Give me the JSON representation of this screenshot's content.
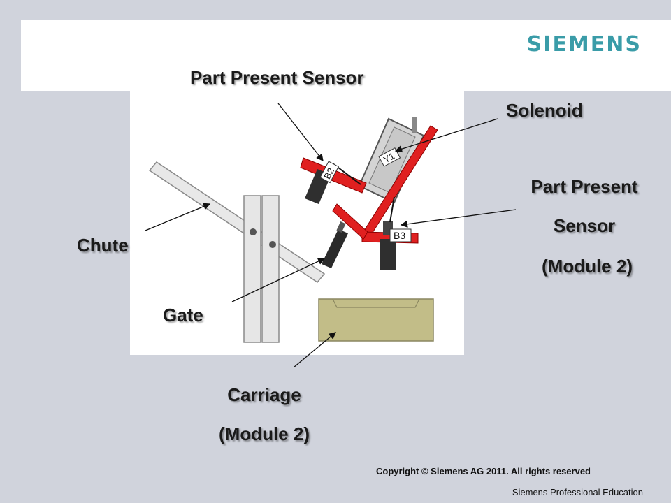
{
  "header": {
    "logo_text": "SIEMENS",
    "brand_color": "#3a9ca8"
  },
  "diagram": {
    "labels": {
      "part_present_sensor": "Part Present Sensor",
      "solenoid": "Solenoid",
      "part_present_sensor_m2_line1": "Part Present",
      "part_present_sensor_m2_line2": "Sensor",
      "part_present_sensor_m2_line3": "(Module 2)",
      "chute": "Chute",
      "gate": "Gate",
      "carriage_line1": "Carriage",
      "carriage_line2": "(Module 2)"
    },
    "component_tags": {
      "b2": "B2",
      "b3": "B3",
      "y1": "Y1"
    },
    "colors": {
      "bracket": "#e02020",
      "carriage": "#c2bd88",
      "solenoid_body": "#d4d4d4",
      "rail": "#e6e6e6"
    }
  },
  "footer": {
    "copyright": "Copyright © Siemens AG 2011. All rights reserved",
    "org": "Siemens Professional Education"
  }
}
